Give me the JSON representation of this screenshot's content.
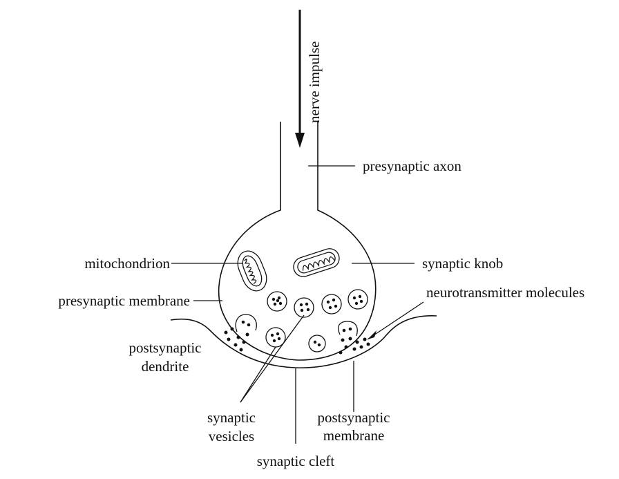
{
  "diagram": {
    "labels": {
      "nerve_impulse": "nerve impulse",
      "presynaptic_axon": "presynaptic axon",
      "mitochondrion": "mitochondrion",
      "synaptic_knob": "synaptic knob",
      "presynaptic_membrane": "presynaptic membrane",
      "neurotransmitter_molecules": "neurotransmitter molecules",
      "postsynaptic_dendrite_1": "postsynaptic",
      "postsynaptic_dendrite_2": "dendrite",
      "synaptic_vesicles_1": "synaptic",
      "synaptic_vesicles_2": "vesicles",
      "postsynaptic_membrane_1": "postsynaptic",
      "postsynaptic_membrane_2": "membrane",
      "synaptic_cleft": "synaptic cleft"
    }
  }
}
